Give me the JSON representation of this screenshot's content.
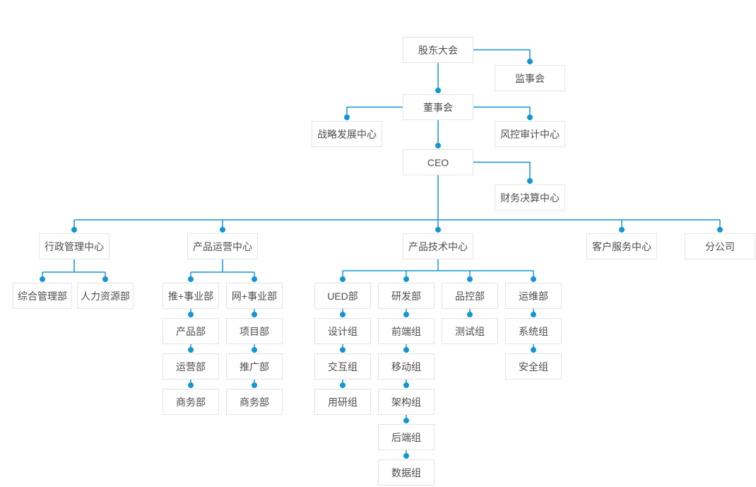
{
  "chart": {
    "type": "org-chart",
    "nodes": {
      "shareholders_meeting": "股东大会",
      "supervisory_board": "监事会",
      "board_of_directors": "董事会",
      "strategy_center": "战略发展中心",
      "risk_audit_center": "风控审计中心",
      "ceo": "CEO",
      "finance_center": "财务决算中心",
      "admin_center": "行政管理中心",
      "ops_center": "产品运营中心",
      "tech_center": "产品技术中心",
      "service_center": "客户服务中心",
      "branch_company": "分公司",
      "general_dept": "综合管理部",
      "hr_dept": "人力资源部",
      "tui_division": "推+事业部",
      "wang_division": "网+事业部",
      "product_dept": "产品部",
      "project_dept": "项目部",
      "operation_dept": "运营部",
      "promotion_dept": "推广部",
      "business_dept_1": "商务部",
      "business_dept_2": "商务部",
      "ued_dept": "UED部",
      "rd_dept": "研发部",
      "qc_dept": "品控部",
      "om_dept": "运维部",
      "design_group": "设计组",
      "interaction_group": "交互组",
      "research_group": "用研组",
      "frontend_group": "前端组",
      "mobile_group": "移动组",
      "architecture_group": "架构组",
      "backend_group": "后端组",
      "data_group": "数据组",
      "test_group": "测试组",
      "system_group": "系统组",
      "security_group": "安全组"
    },
    "edges": [
      [
        "shareholders_meeting",
        "supervisory_board"
      ],
      [
        "shareholders_meeting",
        "board_of_directors"
      ],
      [
        "board_of_directors",
        "strategy_center"
      ],
      [
        "board_of_directors",
        "risk_audit_center"
      ],
      [
        "board_of_directors",
        "ceo"
      ],
      [
        "ceo",
        "finance_center"
      ],
      [
        "ceo",
        "admin_center"
      ],
      [
        "ceo",
        "ops_center"
      ],
      [
        "ceo",
        "tech_center"
      ],
      [
        "ceo",
        "service_center"
      ],
      [
        "ceo",
        "branch_company"
      ],
      [
        "admin_center",
        "general_dept"
      ],
      [
        "admin_center",
        "hr_dept"
      ],
      [
        "ops_center",
        "tui_division"
      ],
      [
        "ops_center",
        "wang_division"
      ],
      [
        "tui_division",
        "product_dept"
      ],
      [
        "product_dept",
        "operation_dept"
      ],
      [
        "operation_dept",
        "business_dept_1"
      ],
      [
        "wang_division",
        "project_dept"
      ],
      [
        "project_dept",
        "promotion_dept"
      ],
      [
        "promotion_dept",
        "business_dept_2"
      ],
      [
        "tech_center",
        "ued_dept"
      ],
      [
        "tech_center",
        "rd_dept"
      ],
      [
        "tech_center",
        "qc_dept"
      ],
      [
        "tech_center",
        "om_dept"
      ],
      [
        "ued_dept",
        "design_group"
      ],
      [
        "design_group",
        "interaction_group"
      ],
      [
        "interaction_group",
        "research_group"
      ],
      [
        "rd_dept",
        "frontend_group"
      ],
      [
        "frontend_group",
        "mobile_group"
      ],
      [
        "mobile_group",
        "architecture_group"
      ],
      [
        "architecture_group",
        "backend_group"
      ],
      [
        "backend_group",
        "data_group"
      ],
      [
        "qc_dept",
        "test_group"
      ],
      [
        "om_dept",
        "system_group"
      ],
      [
        "system_group",
        "security_group"
      ]
    ],
    "colors": {
      "line": "#1595d2",
      "node_border": "#e4e4e4",
      "node_text": "#4d4d4d",
      "background": "#ffffff"
    }
  }
}
